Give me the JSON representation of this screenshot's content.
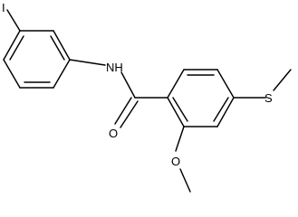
{
  "molecule": {
    "atom_labels": {
      "iodine": "I",
      "amide_nh": "NH",
      "carbonyl_oxygen": "O",
      "methoxy_oxygen": "O",
      "sulfur": "S"
    },
    "line_color": "#000000",
    "background": "#ffffff"
  }
}
